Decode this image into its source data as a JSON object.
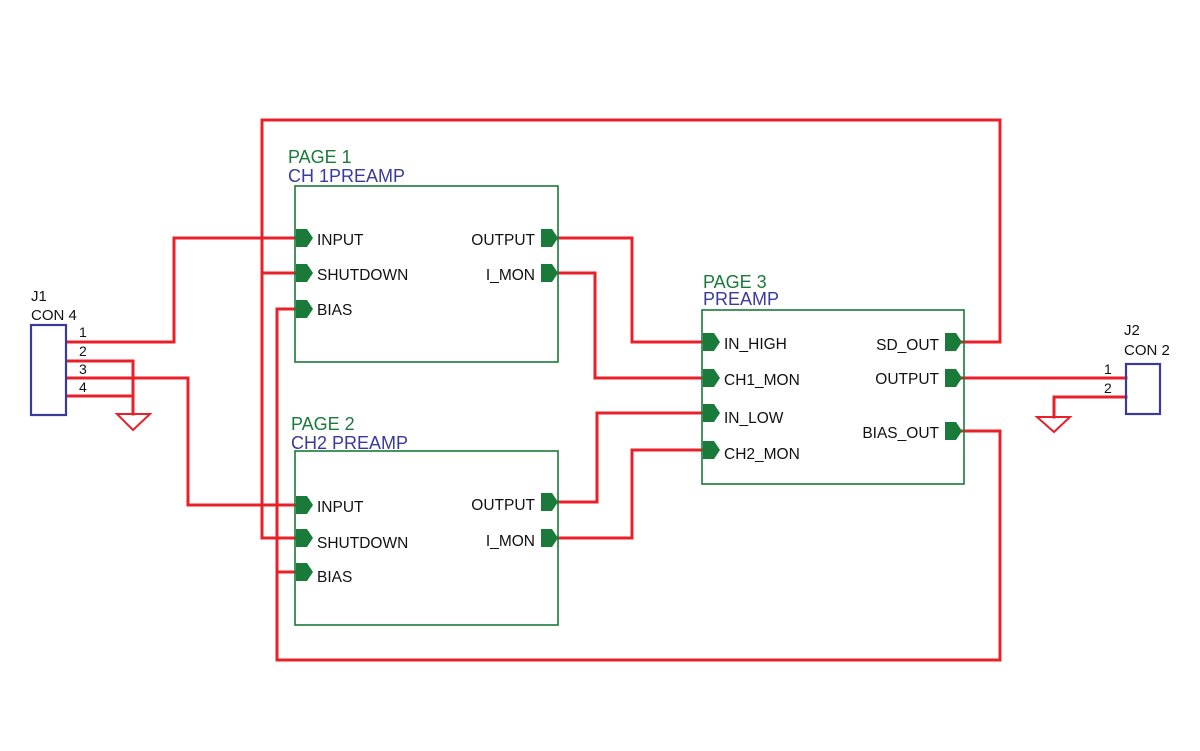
{
  "colors": {
    "wire": "#e8202a",
    "block_border": "#1a7a3a",
    "page_label": "#1a7a3a",
    "block_name": "#3a3a9a",
    "port_flag": "#1a7a3a",
    "port_text": "#111111",
    "connector": "#3a3a9a",
    "ground": "#e8202a"
  },
  "blocks": {
    "page1": {
      "page": "PAGE 1",
      "name": "CH 1PREAMP",
      "ports": {
        "input": "INPUT",
        "shutdown": "SHUTDOWN",
        "bias": "BIAS",
        "output": "OUTPUT",
        "i_mon": "I_MON"
      }
    },
    "page2": {
      "page": "PAGE 2",
      "name": "CH2 PREAMP",
      "ports": {
        "input": "INPUT",
        "shutdown": "SHUTDOWN",
        "bias": "BIAS",
        "output": "OUTPUT",
        "i_mon": "I_MON"
      }
    },
    "page3": {
      "page": "PAGE 3",
      "name": "PREAMP",
      "ports": {
        "in_high": "IN_HIGH",
        "ch1_mon": "CH1_MON",
        "in_low": "IN_LOW",
        "ch2_mon": "CH2_MON",
        "sd_out": "SD_OUT",
        "output": "OUTPUT",
        "bias_out": "BIAS_OUT"
      }
    }
  },
  "connectors": {
    "j1": {
      "ref": "J1",
      "type": "CON 4",
      "pins": [
        "1",
        "2",
        "3",
        "4"
      ]
    },
    "j2": {
      "ref": "J2",
      "type": "CON 2",
      "pins": [
        "1",
        "2"
      ]
    }
  }
}
